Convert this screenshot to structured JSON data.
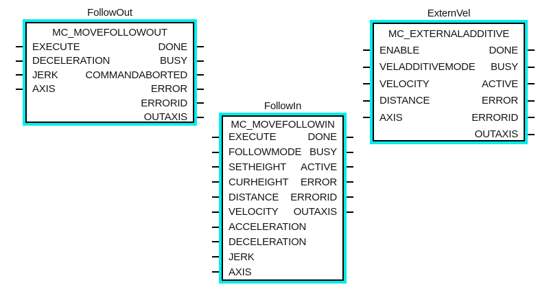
{
  "diagram": {
    "background_color": "#ffffff",
    "block_highlight_color": "#00eded",
    "block_border_color": "#000000",
    "text_color": "#141414",
    "blocks": [
      {
        "instance_name": "FollowOut",
        "type_name": "MC_MOVEFOLLOWOUT",
        "inputs": [
          "EXECUTE",
          "DECELERATION",
          "JERK",
          "AXIS"
        ],
        "outputs": [
          "DONE",
          "BUSY",
          "COMMANDABORTED",
          "ERROR",
          "ERRORID",
          "OUTAXIS"
        ]
      },
      {
        "instance_name": "FollowIn",
        "type_name": "MC_MOVEFOLLOWIN",
        "inputs": [
          "EXECUTE",
          "FOLLOWMODE",
          "SETHEIGHT",
          "CURHEIGHT",
          "DISTANCE",
          "VELOCITY",
          "ACCELERATION",
          "DECELERATION",
          "JERK",
          "AXIS"
        ],
        "outputs": [
          "DONE",
          "BUSY",
          "ACTIVE",
          "ERROR",
          "ERRORID",
          "OUTAXIS"
        ]
      },
      {
        "instance_name": "ExternVel",
        "type_name": "MC_EXTERNALADDITIVE",
        "inputs": [
          "ENABLE",
          "VELADDITIVEMODE",
          "VELOCITY",
          "DISTANCE",
          "AXIS"
        ],
        "outputs": [
          "DONE",
          "BUSY",
          "ACTIVE",
          "ERROR",
          "ERRORID",
          "OUTAXIS"
        ]
      }
    ]
  }
}
